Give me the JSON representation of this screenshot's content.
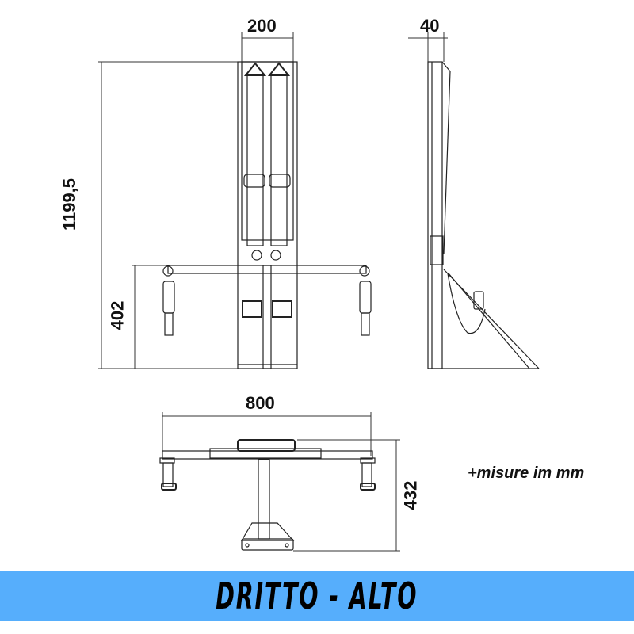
{
  "dimensions": {
    "front_width": "200",
    "side_depth": "40",
    "total_height": "1199,5",
    "lower_height": "402",
    "top_width": "800",
    "top_depth": "432"
  },
  "note": "+misure im mm",
  "banner": {
    "title": "DRITTO - ALTO",
    "color": "#56aefc"
  }
}
